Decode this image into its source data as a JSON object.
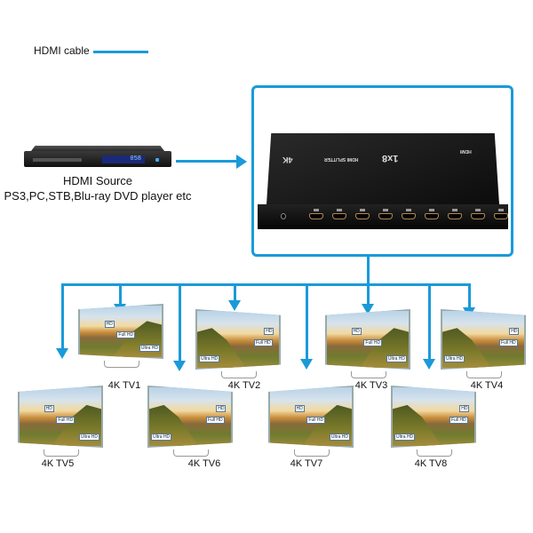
{
  "legend": {
    "label": "HDMI cable",
    "color": "#1a9ad9"
  },
  "source": {
    "display": "058",
    "title": "HDMI Source",
    "subtitle": "PS3,PC,STB,Blu-ray DVD player etc"
  },
  "splitter": {
    "model": "1x8",
    "name": "HDMI SPLITTER",
    "badge": "4K",
    "brand": "HDMI",
    "output_ports": 8
  },
  "tvs": [
    {
      "name": "4K TV1",
      "labels": [
        "HD",
        "Full HD",
        "Ultra HD"
      ]
    },
    {
      "name": "4K TV2",
      "labels": [
        "HD",
        "Full HD",
        "Ultra HD"
      ]
    },
    {
      "name": "4K TV3",
      "labels": [
        "HD",
        "Full HD",
        "Ultra HD"
      ]
    },
    {
      "name": "4K TV4",
      "labels": [
        "HD",
        "Full HD",
        "Ultra HD"
      ]
    },
    {
      "name": "4K TV5",
      "labels": [
        "HD",
        "Full HD",
        "Ultra HD"
      ]
    },
    {
      "name": "4K TV6",
      "labels": [
        "HD",
        "Full HD",
        "Ultra HD"
      ]
    },
    {
      "name": "4K TV7",
      "labels": [
        "HD",
        "Full HD",
        "Ultra HD"
      ]
    },
    {
      "name": "4K TV8",
      "labels": [
        "HD",
        "Full HD",
        "Ultra HD"
      ]
    }
  ]
}
